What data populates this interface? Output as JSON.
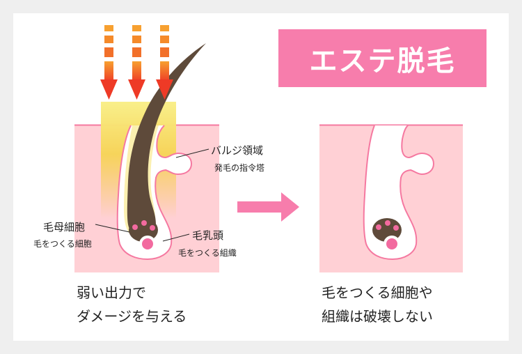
{
  "title": "エステ脱毛",
  "labels": {
    "bulge": "バルジ領域",
    "bulge_sub": "発毛の指令塔",
    "matrix": "毛母細胞",
    "matrix_sub": "毛をつくる細胞",
    "papilla": "毛乳頭",
    "papilla_sub": "毛をつくる組織"
  },
  "captions": {
    "left_line1": "弱い出力で",
    "left_line2": "ダメージを与える",
    "right_line1": "毛をつくる細胞や",
    "right_line2": "組織は破壊しない"
  },
  "colors": {
    "accent_pink": "#f77dac",
    "skin": "#ffd0d5",
    "skin_line": "#f578a0",
    "arrow_red": "#f0402a",
    "arrow_orange": "#f58a2a",
    "light_beam": "#f8e060",
    "hair": "#5e4a3a",
    "dot_pink": "#f26a9f"
  }
}
